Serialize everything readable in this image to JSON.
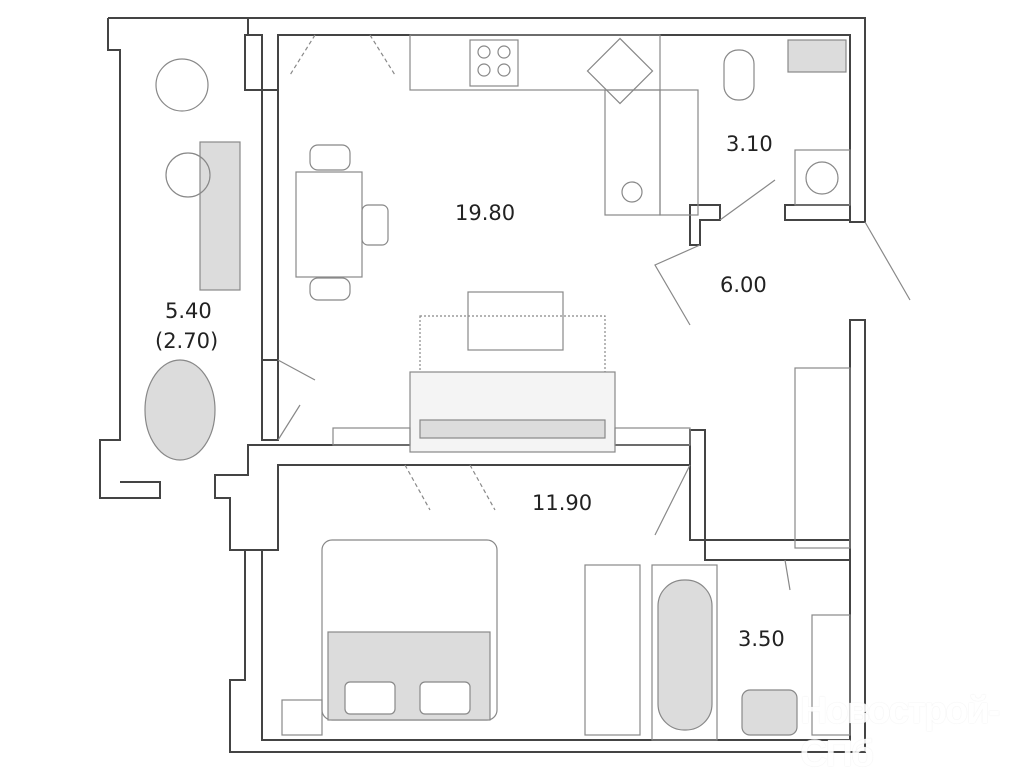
{
  "rooms": {
    "kitchen_living": "19.80",
    "bathroom_small": "3.10",
    "hallway": "6.00",
    "balcony_area": "5.40",
    "balcony_reduced": "(2.70)",
    "bedroom": "11.90",
    "bathroom": "3.50"
  },
  "watermark": "Новострой-СПб",
  "colors": {
    "wall": "#444444",
    "furniture_fill": "#dcdcdc"
  }
}
